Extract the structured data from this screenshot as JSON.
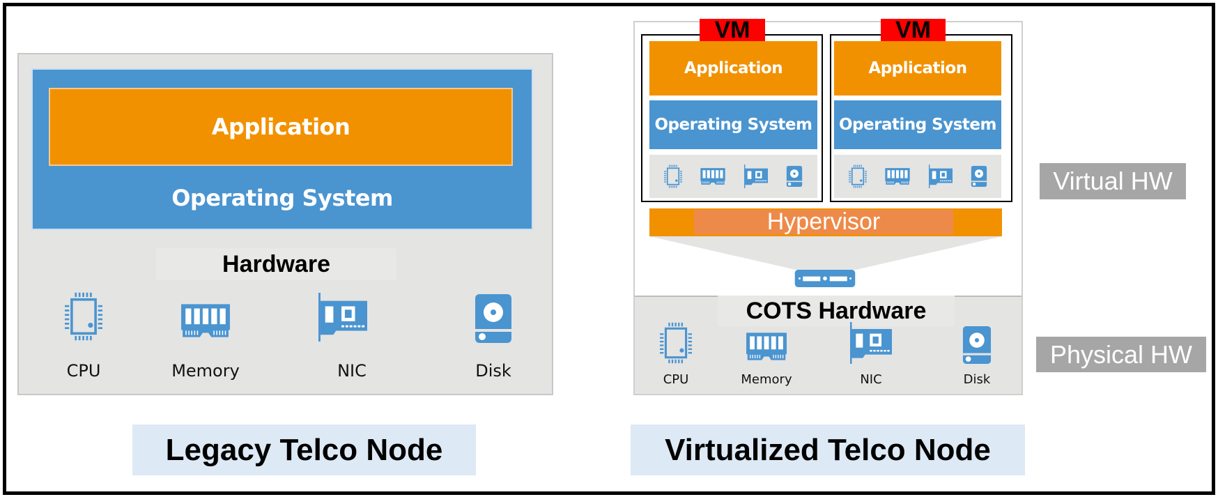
{
  "colors": {
    "application": "#f29100",
    "operating_system": "#4a94d0",
    "hardware_bg": "#e4e4e3",
    "icon": "#4a94d0",
    "vm_tag": "#ff0000",
    "hypervisor_inner": "#ee8a49",
    "side_badge": "#a6a6a6",
    "caption_bg": "#dde9f5"
  },
  "legacy": {
    "application": "Application",
    "operating_system": "Operating System",
    "hardware_title": "Hardware",
    "components": [
      {
        "icon": "cpu-icon",
        "label": "CPU"
      },
      {
        "icon": "memory-icon",
        "label": "Memory"
      },
      {
        "icon": "nic-icon",
        "label": "NIC"
      },
      {
        "icon": "disk-icon",
        "label": "Disk"
      }
    ],
    "caption": "Legacy Telco Node"
  },
  "virtualized": {
    "vms": [
      {
        "tag": "VM",
        "application": "Application",
        "operating_system": "Operating System"
      },
      {
        "tag": "VM",
        "application": "Application",
        "operating_system": "Operating System"
      }
    ],
    "hypervisor": "Hypervisor",
    "hardware_title": "COTS Hardware",
    "components": [
      {
        "icon": "cpu-icon",
        "label": "CPU"
      },
      {
        "icon": "memory-icon",
        "label": "Memory"
      },
      {
        "icon": "nic-icon",
        "label": "NIC"
      },
      {
        "icon": "disk-icon",
        "label": "Disk"
      }
    ],
    "caption": "Virtualized Telco Node"
  },
  "side_labels": {
    "virtual_hw": "Virtual HW",
    "physical_hw": "Physical HW"
  }
}
